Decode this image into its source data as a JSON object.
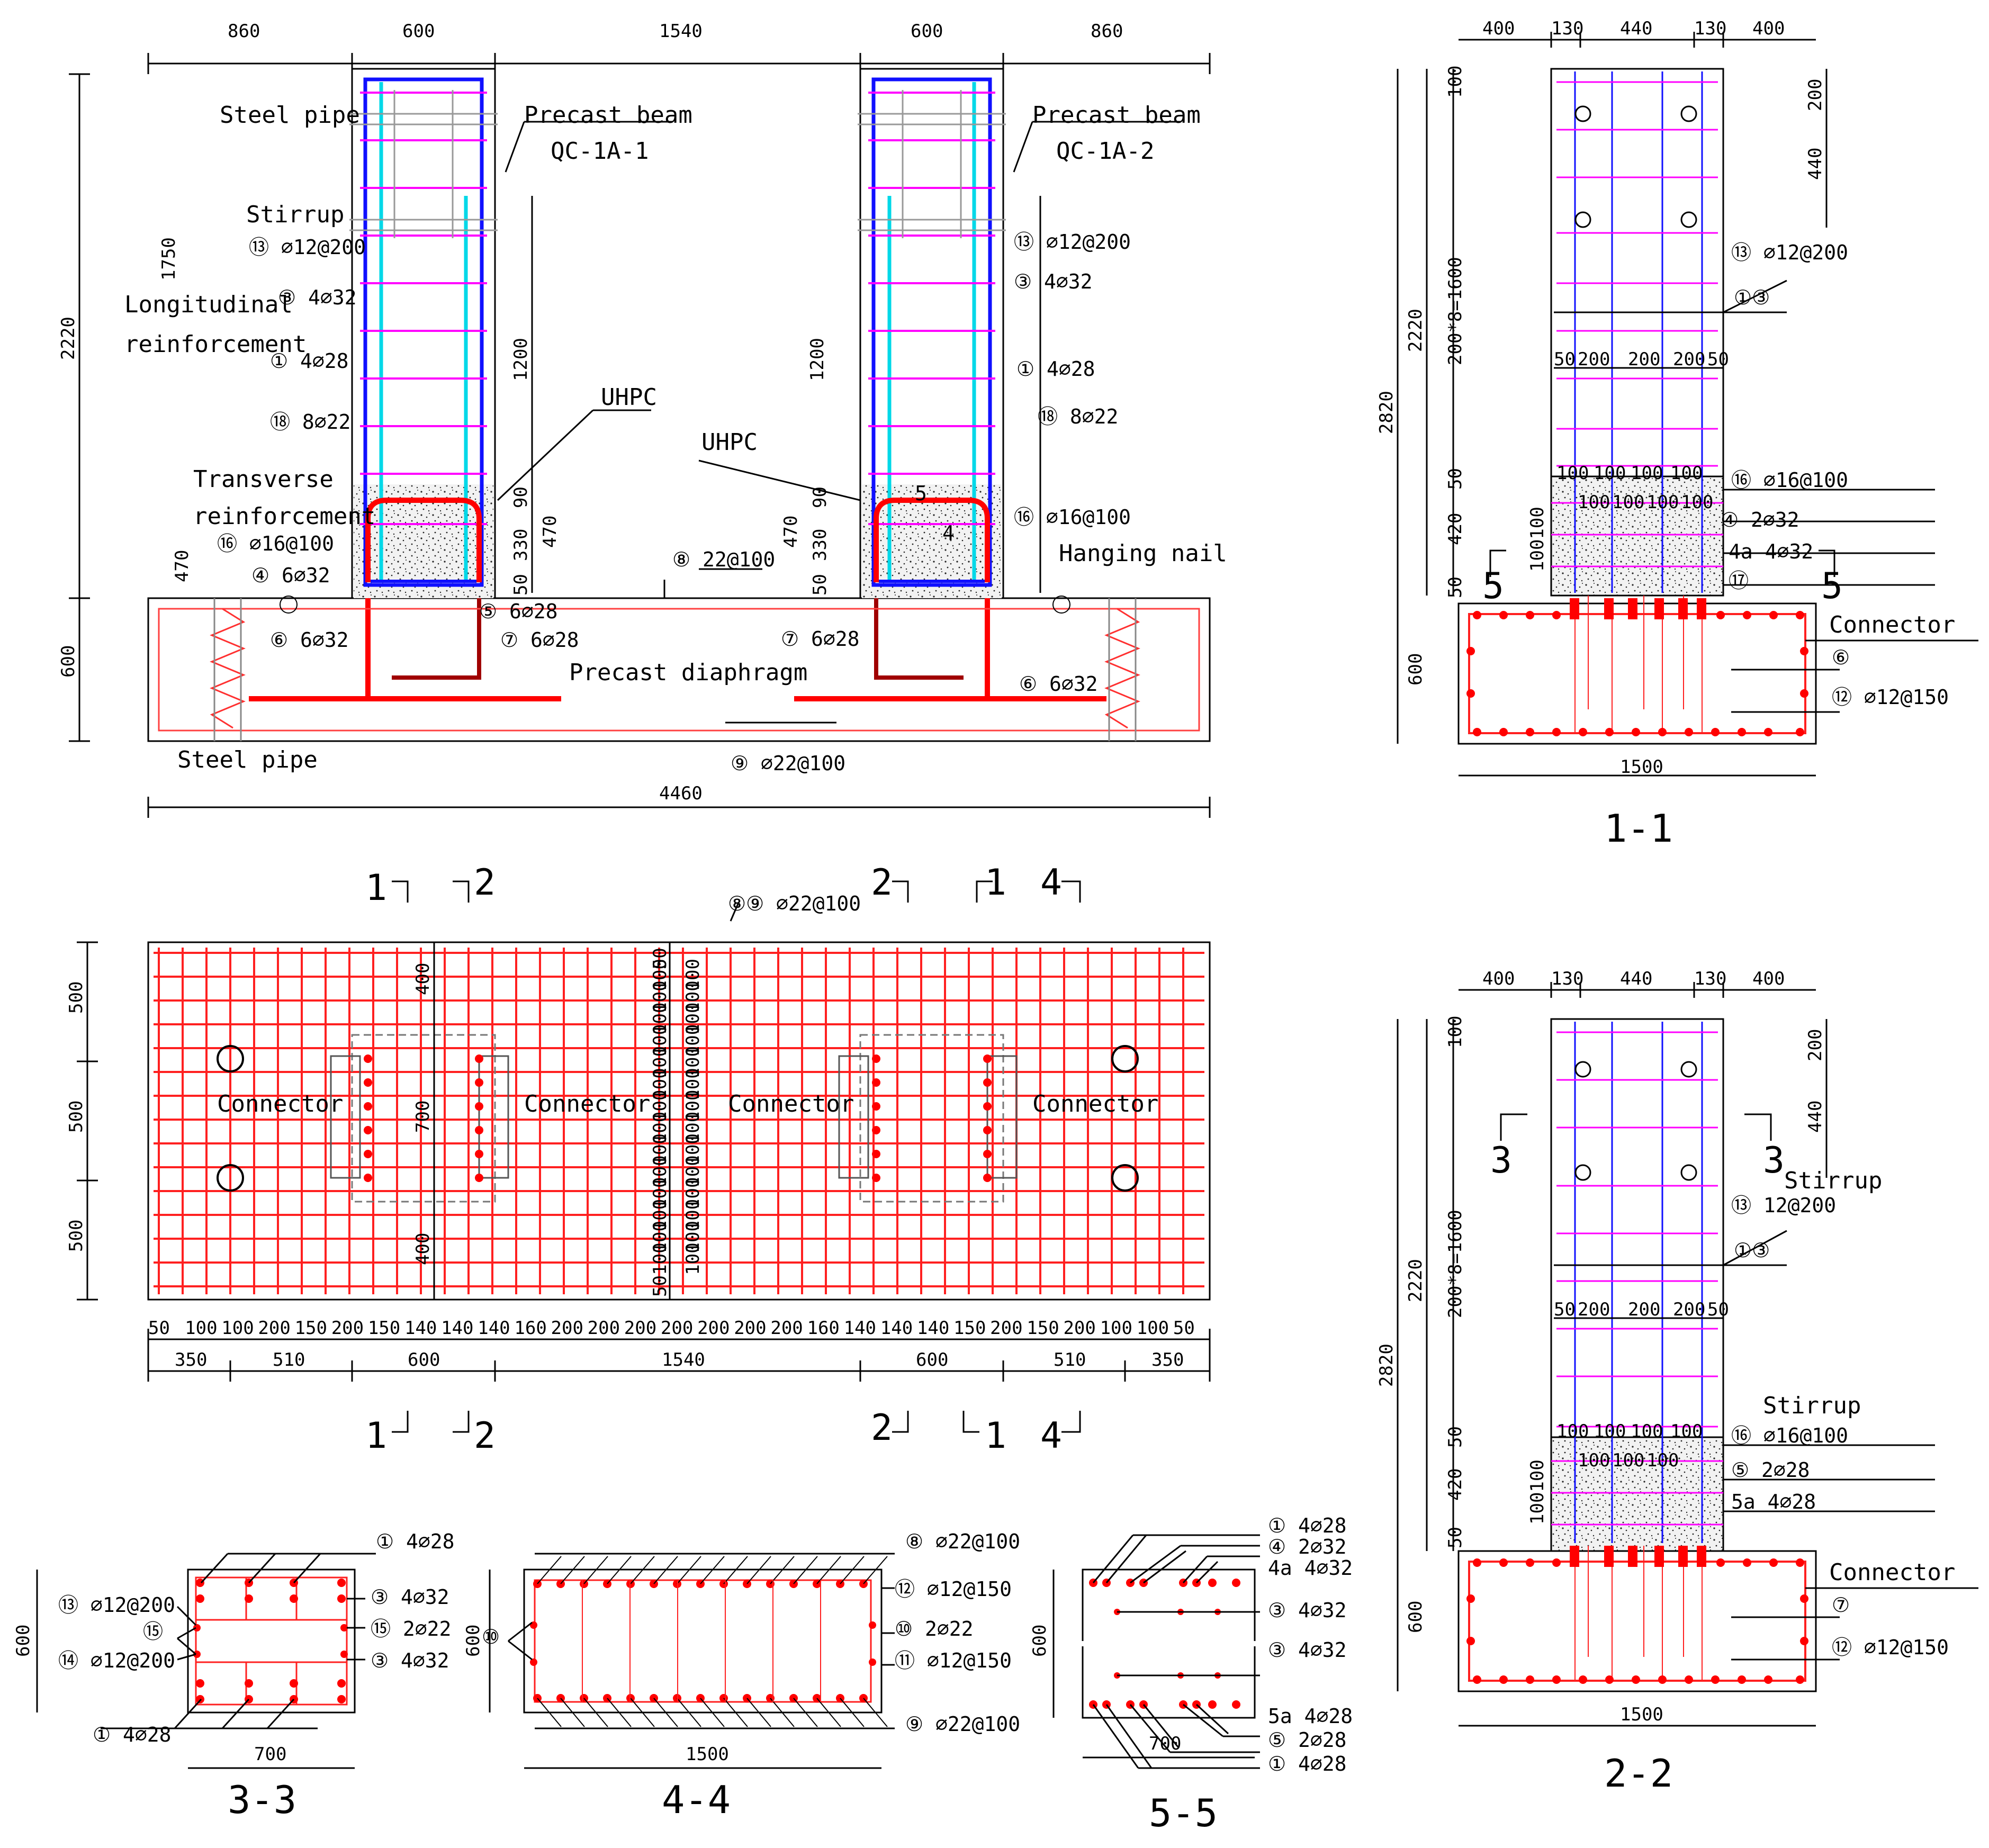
{
  "colors": {
    "line": "#000000",
    "rebar_red": "#ff0000",
    "rebar_darkred": "#a00000",
    "rebar_blue": "#1010ff",
    "rebar_cyan": "#00d8e8",
    "stirrup_magenta": "#ff00ff",
    "grid_red": "#ff2020",
    "uhpc_fill": "#e8e8e8"
  },
  "elevation": {
    "dims_top": [
      "860",
      "600",
      "1540",
      "600",
      "860"
    ],
    "dim_total": "4460",
    "dim_height": "2220",
    "dim_1750": "1750",
    "dim_470_left": "470",
    "dim_600": "600",
    "dim_1200a": "1200",
    "dim_1200b": "1200",
    "dim_90a": "90",
    "dim_330a": "330",
    "dim_50a": "50",
    "dim_470a": "470",
    "dim_470b": "470",
    "dim_90b": "90",
    "dim_330b": "330",
    "dim_50b": "50",
    "labels": {
      "steel_pipe_top": "Steel pipe",
      "steel_pipe_bottom": "Steel pipe",
      "precast_beam_1": "Precast beam",
      "beam_code_1": "QC-1A-1",
      "precast_beam_2": "Precast beam",
      "beam_code_2": "QC-1A-2",
      "stirrup": "Stirrup",
      "longitudinal_1": "Longitudinal",
      "longitudinal_2": "reinforcement",
      "transverse_1": "Transverse",
      "transverse_2": "reinforcement",
      "uhpc_1": "UHPC",
      "uhpc_2": "UHPC",
      "hanging_nail": "Hanging nail",
      "precast_diaphragm": "Precast diaphragm"
    },
    "rebar_callouts": {
      "r13_left": "⑬ ⌀12@200",
      "r3_left": "③ 4⌀32",
      "r1_left": "① 4⌀28",
      "r18_left": "⑱ 8⌀22",
      "r16_left": "⑯ ⌀16@100",
      "r4_left": "④ 6⌀32",
      "r5_left": "⑤ 6⌀28",
      "r7_left": "⑦ 6⌀28",
      "r6_left": "⑥ 6⌀32",
      "r8": "⑧ 22@100",
      "r9": "⑨ ⌀22@100",
      "r13_right": "⑬ ⌀12@200",
      "r3_right": "③ 4⌀32",
      "r1_right": "① 4⌀28",
      "r18_right": "⑱ 8⌀22",
      "r16_right": "⑯ ⌀16@100",
      "r7_right": "⑦ 6⌀28",
      "r6_right": "⑥ 6⌀32",
      "mark_5": "5",
      "mark_4": "4"
    }
  },
  "plan": {
    "section_marks": {
      "s1_top_left": "1",
      "s2_top_left": "2",
      "s2_top_right": "2",
      "s1_top_right": "1",
      "s4_top": "4",
      "s1_bot_left": "1",
      "s2_bot_left": "2",
      "s2_bot_right": "2",
      "s1_bot_right": "1",
      "s4_bot": "4"
    },
    "rebar_callout": "⑧⑨ ⌀22@100",
    "left_dims": [
      "500",
      "500",
      "500"
    ],
    "inner_dims": {
      "d400_top": "400",
      "d700": "700",
      "d400_bot": "400"
    },
    "center_dims": [
      "50",
      "100",
      "100",
      "100",
      "100",
      "100",
      "100",
      "100",
      "100",
      "100",
      "100",
      "100",
      "100",
      "100",
      "100",
      "50"
    ],
    "connectors": [
      "Connector",
      "Connector",
      "Connector",
      "Connector"
    ],
    "bottom_dims_fine": [
      "50",
      "100",
      "100",
      "200",
      "150",
      "200",
      "150",
      "140",
      "140",
      "140",
      "160",
      "200",
      "200",
      "200",
      "200",
      "200",
      "200",
      "200",
      "160",
      "140",
      "140",
      "140",
      "150",
      "200",
      "150",
      "200",
      "100",
      "100",
      "50"
    ],
    "bottom_dims_coarse": [
      "350",
      "510",
      "600",
      "1540",
      "600",
      "510",
      "350"
    ]
  },
  "section_11": {
    "title": "1-1",
    "dims_top": [
      "400",
      "130",
      "440",
      "130",
      "400"
    ],
    "dims_left": {
      "d100": "100",
      "d2220": "2220",
      "d2820": "2820",
      "d200x8": "200*8=1600",
      "d50a": "50",
      "d420": "420",
      "d50b": "50",
      "d600": "600",
      "d100x100": "100100"
    },
    "dims_right": {
      "d200": "200",
      "d440": "440"
    },
    "dims_mid": [
      "50",
      "200",
      "200",
      "200",
      "50"
    ],
    "dims_100": [
      "100",
      "100",
      "100",
      "100"
    ],
    "dims_100b": [
      "100",
      "100",
      "100",
      "100"
    ],
    "dim_bottom": "1500",
    "callouts": {
      "r13": "⑬ ⌀12@200",
      "r1r3": "①③",
      "r16": "⑯ ⌀16@100",
      "r4": "④ 2⌀32",
      "r4a": "4a 4⌀32",
      "r17": "⑰",
      "connector": "Connector",
      "r6": "⑥",
      "r12": "⑫ ⌀12@150"
    },
    "cut_marks": [
      "5",
      "5"
    ]
  },
  "section_22": {
    "title": "2-2",
    "dims_top": [
      "400",
      "130",
      "440",
      "130",
      "400"
    ],
    "dims_left": {
      "d100": "100",
      "d2220": "2220",
      "d2820": "2820",
      "d200x8": "200*8=1600",
      "d50a": "50",
      "d420": "420",
      "d50b": "50",
      "d600": "600",
      "d100x100": "100100"
    },
    "dims_right": {
      "d200": "200",
      "d440": "440"
    },
    "dims_mid": [
      "50",
      "200",
      "200",
      "200",
      "50"
    ],
    "dims_100": [
      "100",
      "100",
      "100",
      "100"
    ],
    "dims_100b": [
      "100",
      "100",
      "100"
    ],
    "dim_bottom": "1500",
    "callouts": {
      "stirrup_top": "Stirrup",
      "r13": "⑬ 12@200",
      "r1r3": "①③",
      "stirrup_mid": "Stirrup",
      "r16": "⑯ ⌀16@100",
      "r5": "⑤ 2⌀28",
      "r5a": "5a 4⌀28",
      "connector": "Connector",
      "r7": "⑦",
      "r12": "⑫ ⌀12@150"
    },
    "cut_marks": [
      "3",
      "3"
    ]
  },
  "section_33": {
    "title": "3-3",
    "dim_width": "700",
    "dim_height": "600",
    "callouts": {
      "r1_top": "① 4⌀28",
      "r13": "⑬ ⌀12@200",
      "r3_top": "③ 4⌀32",
      "r15": "⑮",
      "r15b": "⑮ 2⌀22",
      "r14": "⑭ ⌀12@200",
      "r3_bot": "③ 4⌀32",
      "r1_bot": "① 4⌀28"
    }
  },
  "section_44": {
    "title": "4-4",
    "dim_width": "1500",
    "dim_height": "600",
    "callouts": {
      "r8": "⑧ ⌀22@100",
      "r12": "⑫ ⌀12@150",
      "r10": "⑩",
      "r10b": "⑩ 2⌀22",
      "r11": "⑪ ⌀12@150",
      "r9": "⑨ ⌀22@100"
    }
  },
  "section_55": {
    "title": "5-5",
    "dim_width": "700",
    "dim_height": "600",
    "callouts": {
      "r1_top": "① 4⌀28",
      "r4": "④ 2⌀32",
      "r4a": "4a 4⌀32",
      "r3_top": "③ 4⌀32",
      "r3_bot": "③ 4⌀32",
      "r5a": "5a 4⌀28",
      "r5": "⑤ 2⌀28",
      "r1_bot": "① 4⌀28"
    }
  }
}
